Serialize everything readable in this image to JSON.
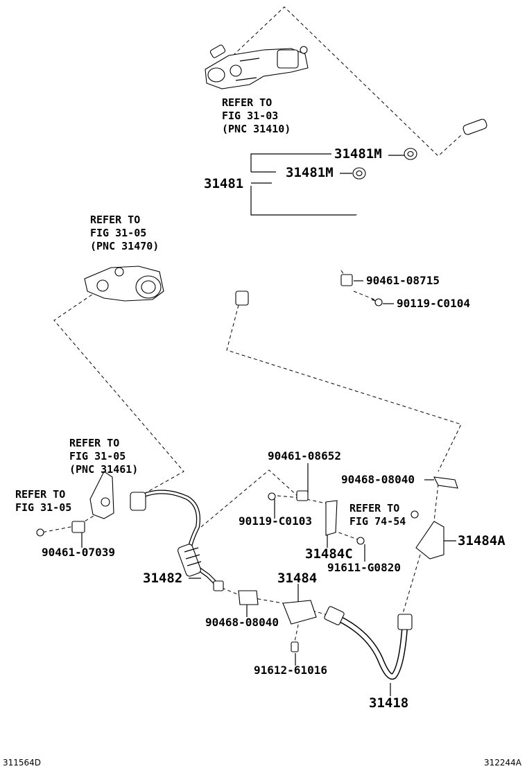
{
  "labels": {
    "p31481M_a": "31481M",
    "p31481M_b": "31481M",
    "p31481": "31481",
    "p90461_08715": "90461-08715",
    "p90119_C0104": "90119-C0104",
    "p90461_08652": "90461-08652",
    "p90468_08040_a": "90468-08040",
    "p90119_C0103": "90119-C0103",
    "p31484C": "31484C",
    "p91611_G0820": "91611-G0820",
    "p31484A": "31484A",
    "p90461_07039": "90461-07039",
    "p31482": "31482",
    "p31484": "31484",
    "p90468_08040_b": "90468-08040",
    "p91612_61016": "91612-61016",
    "p31418": "31418"
  },
  "references": {
    "ref_31410": "REFER TO\nFIG 31-03\n(PNC 31410)",
    "ref_31470": "REFER TO\nFIG 31-05\n(PNC 31470)",
    "ref_31461": "REFER TO\nFIG 31-05\n(PNC 31461)",
    "ref_31_05": "REFER TO\nFIG 31-05",
    "ref_74_54": "REFER TO\nFIG 74-54"
  },
  "footer": {
    "left_code": "311564D",
    "right_code": "312244A"
  }
}
